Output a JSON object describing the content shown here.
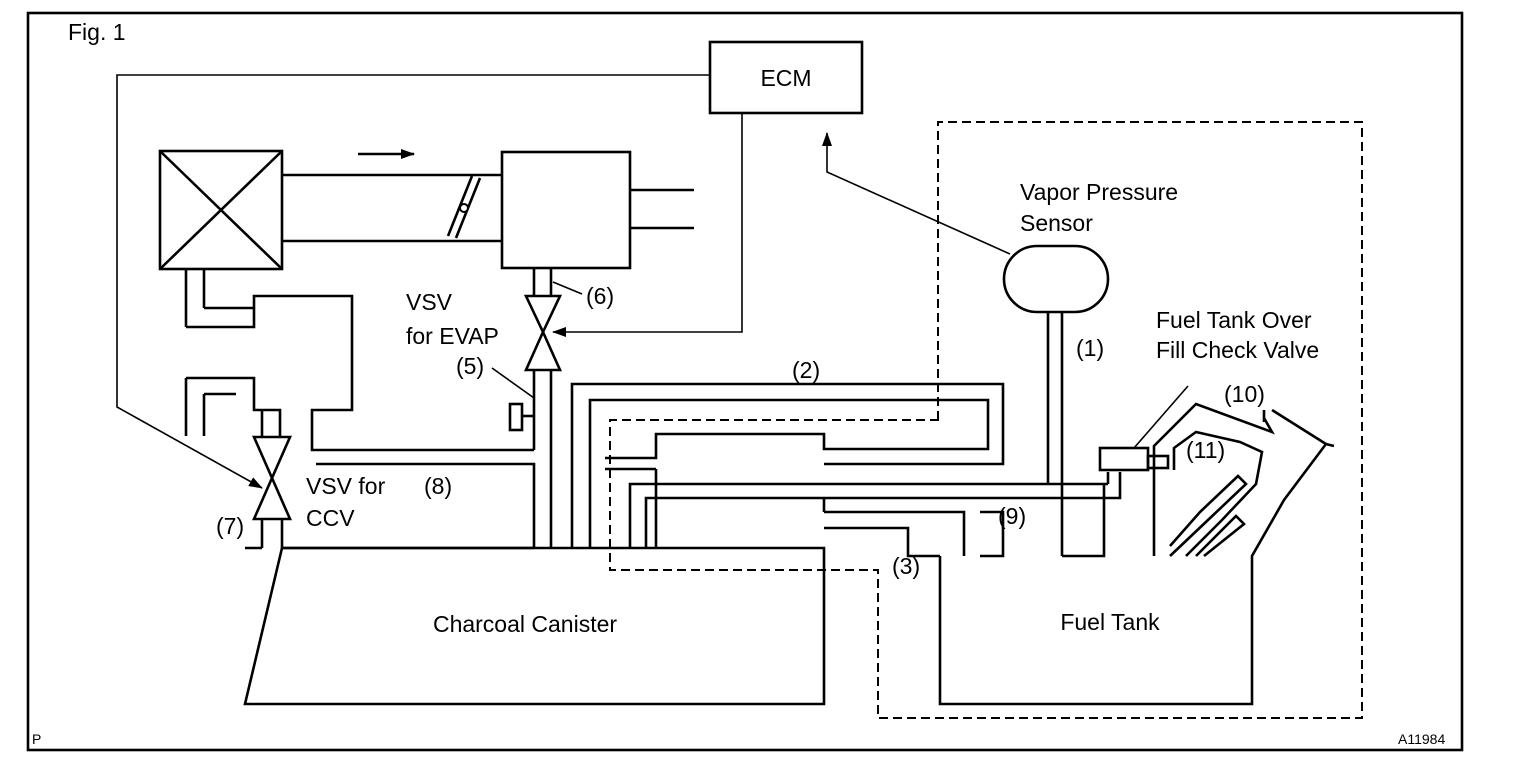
{
  "figure_label": "Fig. 1",
  "corner_mark": "P",
  "figure_code": "A11984",
  "components": {
    "ecm": "ECM",
    "vapor_sensor_line1": "Vapor Pressure",
    "vapor_sensor_line2": "Sensor",
    "vsv_evap_line1": "VSV",
    "vsv_evap_line2": "for EVAP",
    "vsv_ccv_line1": "VSV for",
    "vsv_ccv_line2": "CCV",
    "check_valve_line1": "Fuel Tank Over",
    "check_valve_line2": "Fill Check Valve",
    "canister": "Charcoal Canister",
    "fuel_tank": "Fuel Tank"
  },
  "callouts": {
    "c1": "(1)",
    "c2": "(2)",
    "c3": "(3)",
    "c5": "(5)",
    "c6": "(6)",
    "c7": "(7)",
    "c8": "(8)",
    "c9": "(9)",
    "c10": "(10)",
    "c11": "(11)"
  }
}
